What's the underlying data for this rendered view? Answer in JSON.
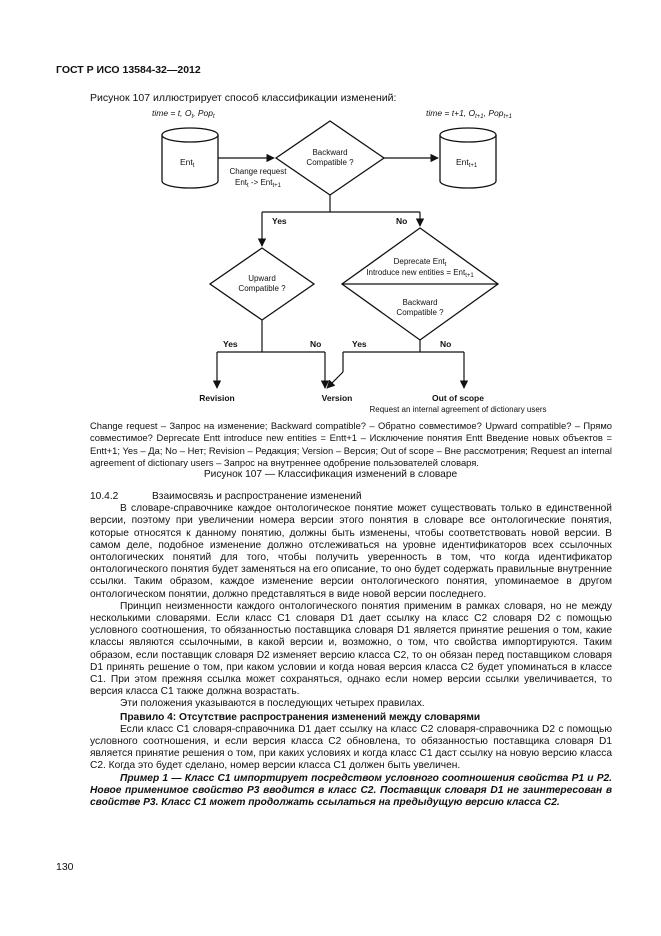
{
  "header": "ГОСТ Р ИСО 13584-32—2012",
  "intro": "Рисунок 107 иллюстрирует способ классификации изменений:",
  "diagram": {
    "time_left": "time = t, O",
    "time_left_sub": "t",
    "time_left_mid": ", Pop",
    "time_left_sub2": "t",
    "time_right": "time = t+1, O",
    "time_right_sub": "t+1",
    "time_right_mid": ", Pop",
    "time_right_sub2": "t+1",
    "ent_left": "Ent",
    "ent_left_sub": "t",
    "ent_right": "Ent",
    "ent_right_sub": "t+1",
    "change_request_1": "Change request",
    "change_request_2a": "Ent",
    "change_request_2_sub1": "t",
    "change_request_2b": " -> Ent",
    "change_request_2_sub2": "t+1",
    "backward_1": "Backward",
    "backward_2": "Compatible ?",
    "yes": "Yes",
    "no": "No",
    "upward_1": "Upward",
    "upward_2": "Compatible ?",
    "deprecate_1a": "Deprecate Ent",
    "deprecate_1_sub": "t",
    "deprecate_2a": "Introduce new entities = Ent",
    "deprecate_2_sub": "t+1",
    "backward2_1": "Backward",
    "backward2_2": "Compatible ?",
    "revision": "Revision",
    "version": "Version",
    "out_of_scope": "Out of scope",
    "request_internal": "Request an internal agreement of dictionary users"
  },
  "legend": "Change request – Запрос на изменение; Backward compatible? – Обратно совместимое? Upward compatible? – Прямо совместимое? Deprecate Entt introduce new entities = Entt+1 – Исключение понятия Entt Введение новых объектов = Entt+1; Yes – Да; No – Нет; Revision – Редакция; Version – Версия; Out of scope – Вне рассмотрения; Request an internal agreement of dictionary users – Запрос на внутреннее одобрение пользователей словаря.",
  "caption": "Рисунок 107 — Классификация изменений в словаре",
  "section_number": "10.4.2",
  "section_title": "Взаимосвязь и распространение изменений",
  "paragraph1": "В словаре-справочнике каждое онтологическое понятие может существовать только в единственной версии, поэтому при увеличении номера версии этого понятия в словаре все онтологические понятия, которые относятся к данному понятию, должны быть изменены, чтобы соответствовать новой версии. В самом деле, подобное изменение должно отслеживаться на уровне идентификаторов всех ссылочных онтологических понятий для того, чтобы получить уверенность в том, что когда идентификатор онтологического понятия будет заменяться на его описание, то оно будет содержать правильные внутренние ссылки. Таким образом, каждое изменение версии онтологического понятия, упоминаемое в другом онтологическом понятии, должно представляться в виде новой версии последнего.",
  "paragraph2": "Принцип неизменности каждого онтологического понятия применим в рамках словаря, но не между несколькими словарями. Если класс C1 словаря D1 дает ссылку на класс C2 словаря D2 с помощью условного соотношения, то обязанностью поставщика словаря D1 является принятие решения о том, какие классы являются ссылочными, в какой версии и, возможно, о том, что свойства импортируются. Таким образом, если поставщик словаря D2 изменяет версию класса C2, то он обязан перед поставщиком словаря D1 принять решение о том, при каком условии и когда новая версия класса C2 будет упоминаться в классе C1. При этом прежняя ссылка может сохраняться, однако если номер версии ссылки увеличивается, то версия класса C1 также должна возрастать.",
  "paragraph3": "Эти положения указываются в последующих четырех правилах.",
  "rule4_title": "Правило 4: Отсутствие распространения изменений между словарями",
  "rule4_text": "Если класс C1 словаря-справочника D1 дает ссылку на класс C2 словаря-справочника D2 с помощью условного соотношения, и если версия класса C2 обновлена, то обязанностью поставщика словаря D1 является принятие решения о том, при каких условиях и когда класс C1 даст ссылку на новую версию класса C2. Когда это будет сделано, номер версии класса C1 должен быть увеличен.",
  "example1": "Пример 1 — Класс C1 импортирует посредством условного соотношения свойства P1 и P2. Новое применимое свойство P3 вводится в класс C2. Поставщик словаря D1 не заинтересован в свойстве P3. Класс C1 может продолжать ссылаться на предыдущую версию класса C2.",
  "page_number": "130"
}
